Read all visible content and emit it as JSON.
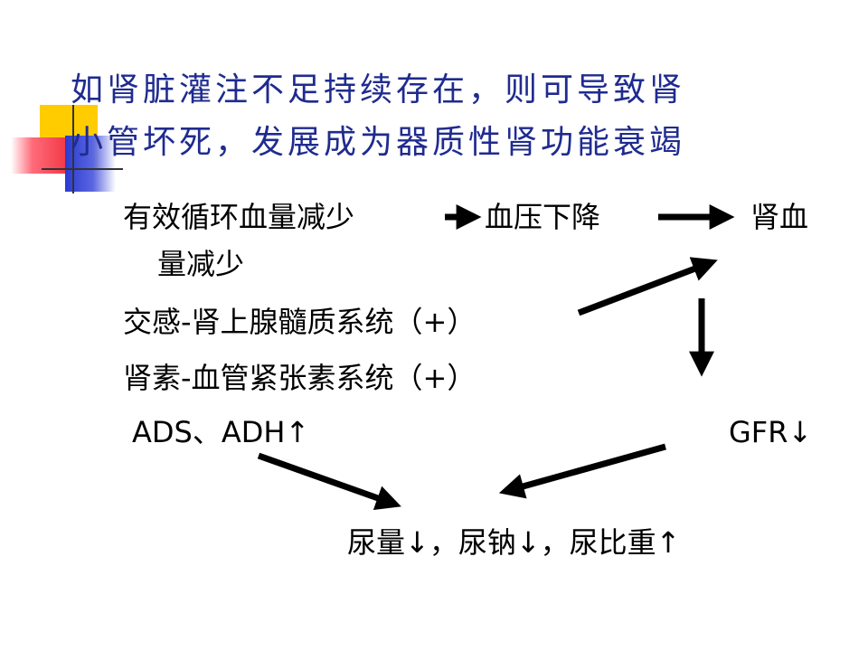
{
  "title": {
    "line1": "如肾脏灌注不足持续存在，则可导致肾",
    "line2": "小管坏死，发展成为器质性肾功能衰竭"
  },
  "nodes": {
    "blood_volume_decrease": "有效循环血量减少",
    "blood_pressure_drop": "血压下降",
    "renal_blood_flow_line1": "肾血",
    "renal_blood_flow_line2": "量减少",
    "sympathetic_system": "交感-肾上腺髓质系统（+）",
    "ras_system": "肾素-血管紧张素系统（+）",
    "ads_adh": "ADS、ADH↑",
    "gfr": "GFR↓",
    "urine_result": "尿量↓，尿钠↓，尿比重↑"
  },
  "colors": {
    "title": "#1f2b8f",
    "text": "#000000",
    "arrow": "#000000",
    "accent_yellow": "#ffcc00",
    "accent_red": "#f0303c",
    "accent_blue": "#2a3bd1"
  }
}
